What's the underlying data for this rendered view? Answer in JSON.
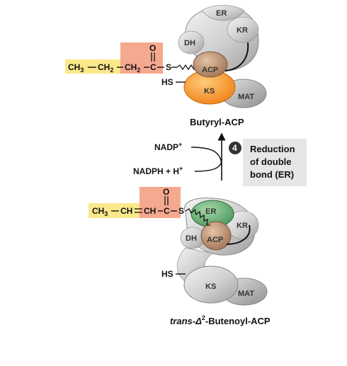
{
  "top": {
    "chain": {
      "ch3": "CH",
      "ch3_sub": "3",
      "ch2a": "CH",
      "ch2a_sub": "2",
      "ch2b": "CH",
      "ch2b_sub": "2",
      "c": "C",
      "o": "O",
      "s": "S"
    },
    "hs": "HS",
    "domains": {
      "er": "ER",
      "kr": "KR",
      "dh": "DH",
      "acp": "ACP",
      "ks": "KS",
      "mat": "MAT"
    },
    "title": "Butyryl-ACP"
  },
  "reaction": {
    "nadp_base": "NADP",
    "nadp_sup": "+",
    "nadph_text": "NADPH + H",
    "nadph_sup": "+",
    "step_number": "4",
    "step_line1": "Reduction",
    "step_line2": "of double",
    "step_line3": "bond (ER)"
  },
  "bottom": {
    "chain": {
      "ch3": "CH",
      "ch3_sub": "3",
      "ch": "CH",
      "ch2": "CH",
      "c": "C",
      "o": "O",
      "s": "S"
    },
    "hs": "HS",
    "domains": {
      "er": "ER",
      "kr": "KR",
      "dh": "DH",
      "acp": "ACP",
      "ks": "KS",
      "mat": "MAT"
    },
    "title_prefix": "trans-Δ",
    "title_sup": "2",
    "title_suffix": "-Butenoyl-ACP"
  },
  "colors": {
    "acyl_highlight": "#fbe88a",
    "thioester_highlight": "#f5a98f",
    "ks_orange": "#f28c1e",
    "acp_brown": "#b58a6a",
    "er_green": "#5aa46a",
    "domain_gray": "#c9c9c9",
    "step_box": "#e6e6e6"
  }
}
